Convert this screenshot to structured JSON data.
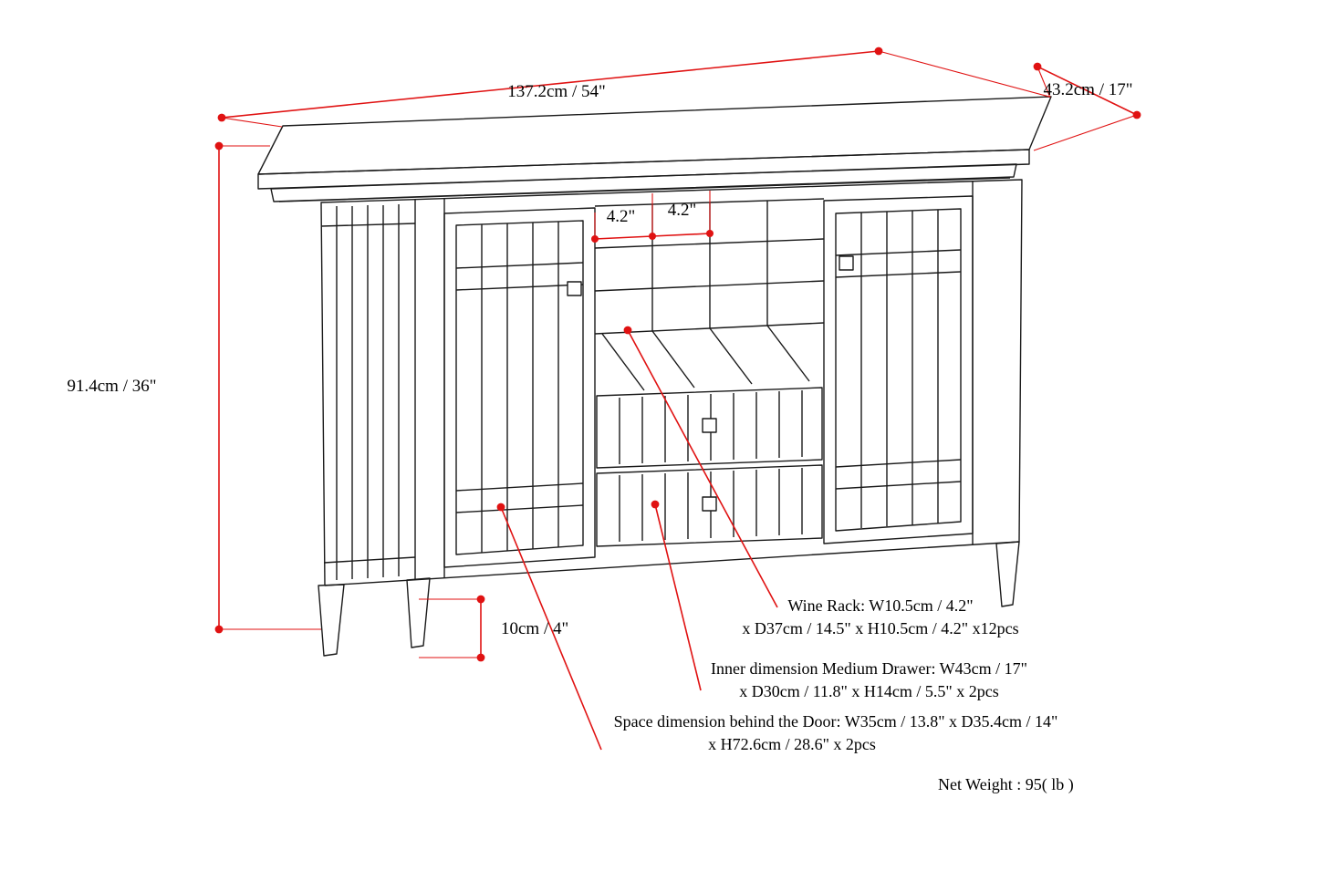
{
  "diagram": {
    "type": "furniture dimension drawing",
    "product": "sideboard buffet cabinet with glass doors, wine rack and drawers",
    "colors": {
      "accent": "#e01212",
      "line": "#1a1a1a",
      "background": "#ffffff"
    },
    "labels": {
      "width": "137.2cm / 54\"",
      "depth": "43.2cm / 17\"",
      "height": "91.4cm / 36\"",
      "cell_left": "4.2\"",
      "cell_right": "4.2\"",
      "leg": "10cm / 4\""
    },
    "notes": {
      "wine_rack": {
        "line1": "Wine Rack: W10.5cm / 4.2\"",
        "line2": "x D37cm / 14.5\" x H10.5cm / 4.2\" x12pcs"
      },
      "drawer": {
        "line1": "Inner dimension Medium Drawer: W43cm / 17\"",
        "line2": "x D30cm / 11.8\" x H14cm / 5.5\" x 2pcs"
      },
      "door": {
        "line1": "Space dimension behind the Door:  W35cm / 13.8\" x D35.4cm / 14\"",
        "line2": "x H72.6cm / 28.6\" x 2pcs"
      },
      "net_weight": "Net Weight : 95( lb )"
    }
  }
}
